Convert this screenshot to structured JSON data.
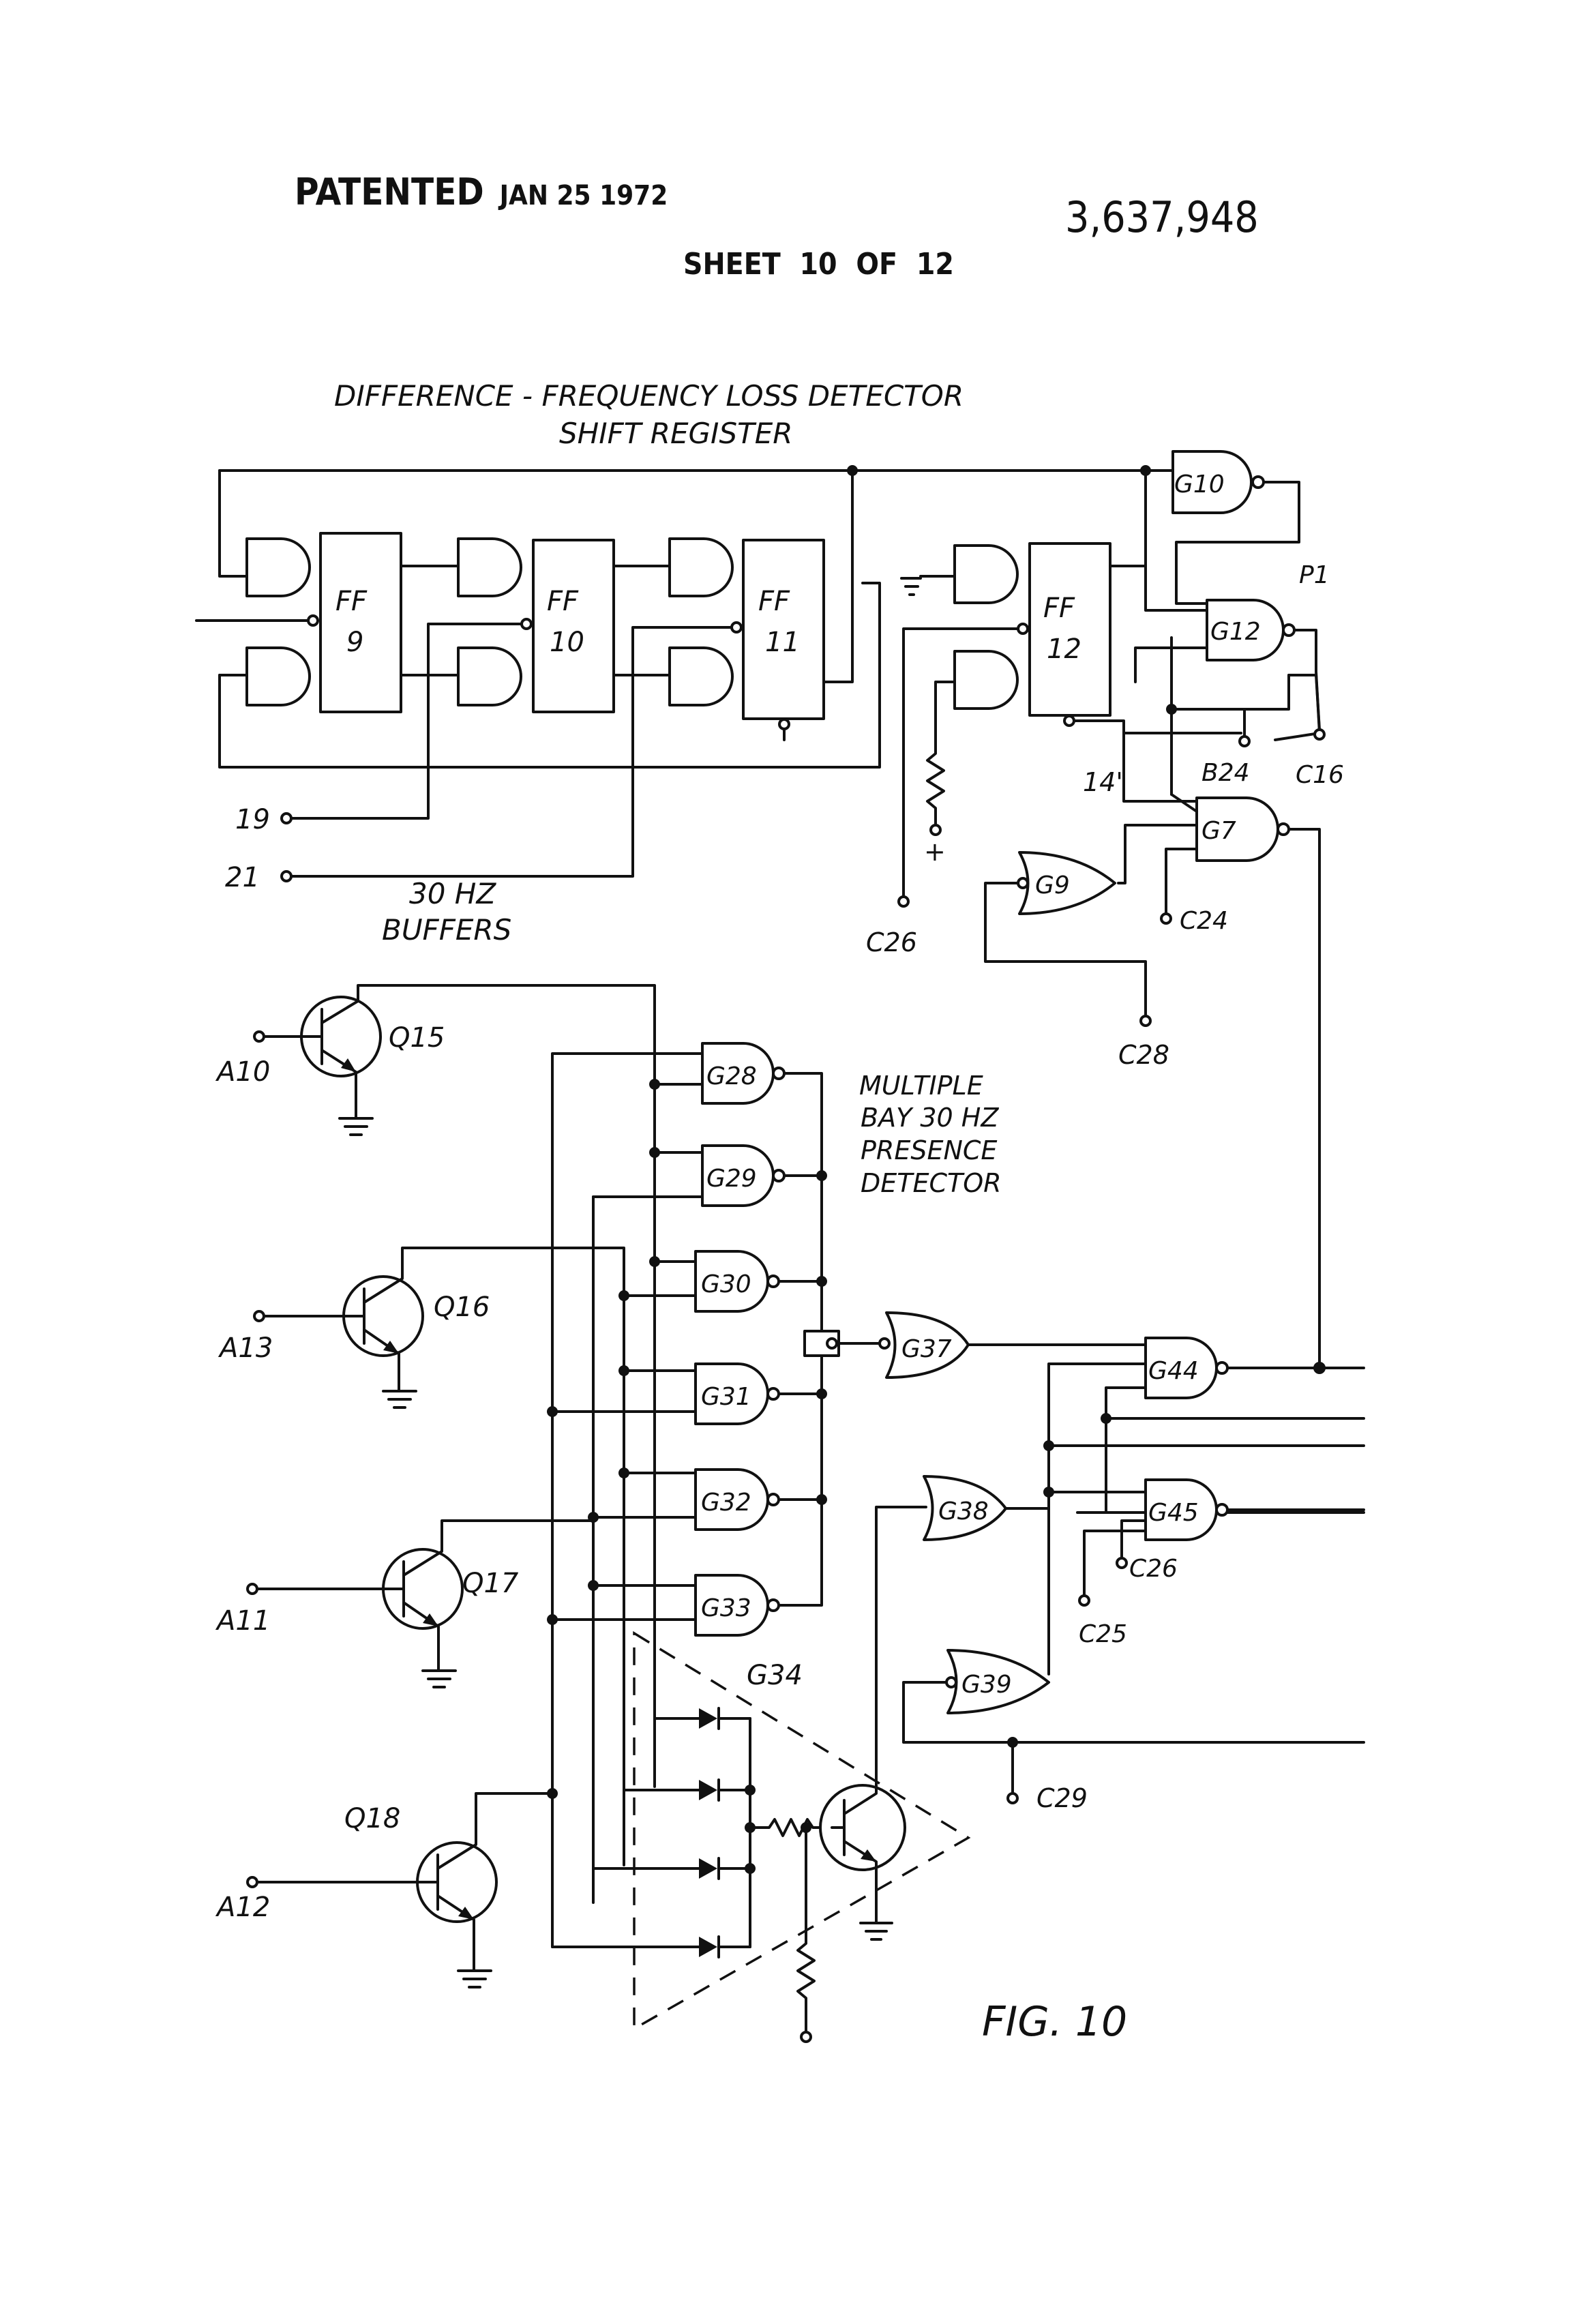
{
  "header": {
    "patented": "PATENTED",
    "date": "JAN 25 1972",
    "patent_number": "3,637,948",
    "sheet": "SHEET 10 OF 12"
  },
  "titles": {
    "shift_register_line1": "DIFFERENCE - FREQUENCY LOSS DETECTOR",
    "shift_register_line2": "SHIFT REGISTER",
    "buffers_line1": "30 HZ",
    "buffers_line2": "BUFFERS",
    "presence_line1": "MULTIPLE",
    "presence_line2": "BAY 30 HZ",
    "presence_line3": "PRESENCE",
    "presence_line4": "DETECTOR",
    "figure": "FIG. 10"
  },
  "flip_flops": [
    {
      "line1": "FF",
      "line2": "9"
    },
    {
      "line1": "FF",
      "line2": "10"
    },
    {
      "line1": "FF",
      "line2": "11"
    },
    {
      "line1": "FF",
      "line2": "12"
    }
  ],
  "gates": [
    "G10",
    "G12",
    "G7",
    "G9",
    "G28",
    "G29",
    "G30",
    "G31",
    "G32",
    "G33",
    "G37",
    "G38",
    "G39",
    "G44",
    "G45"
  ],
  "transistors": [
    "Q15",
    "Q16",
    "Q17",
    "Q18"
  ],
  "terminals": [
    "19",
    "21",
    "C26",
    "C28",
    "C24",
    "B24",
    "C16",
    "P1",
    "14'",
    "A10",
    "A13",
    "A11",
    "A12",
    "C26",
    "C25",
    "C29",
    "+"
  ],
  "network_label": "G34"
}
